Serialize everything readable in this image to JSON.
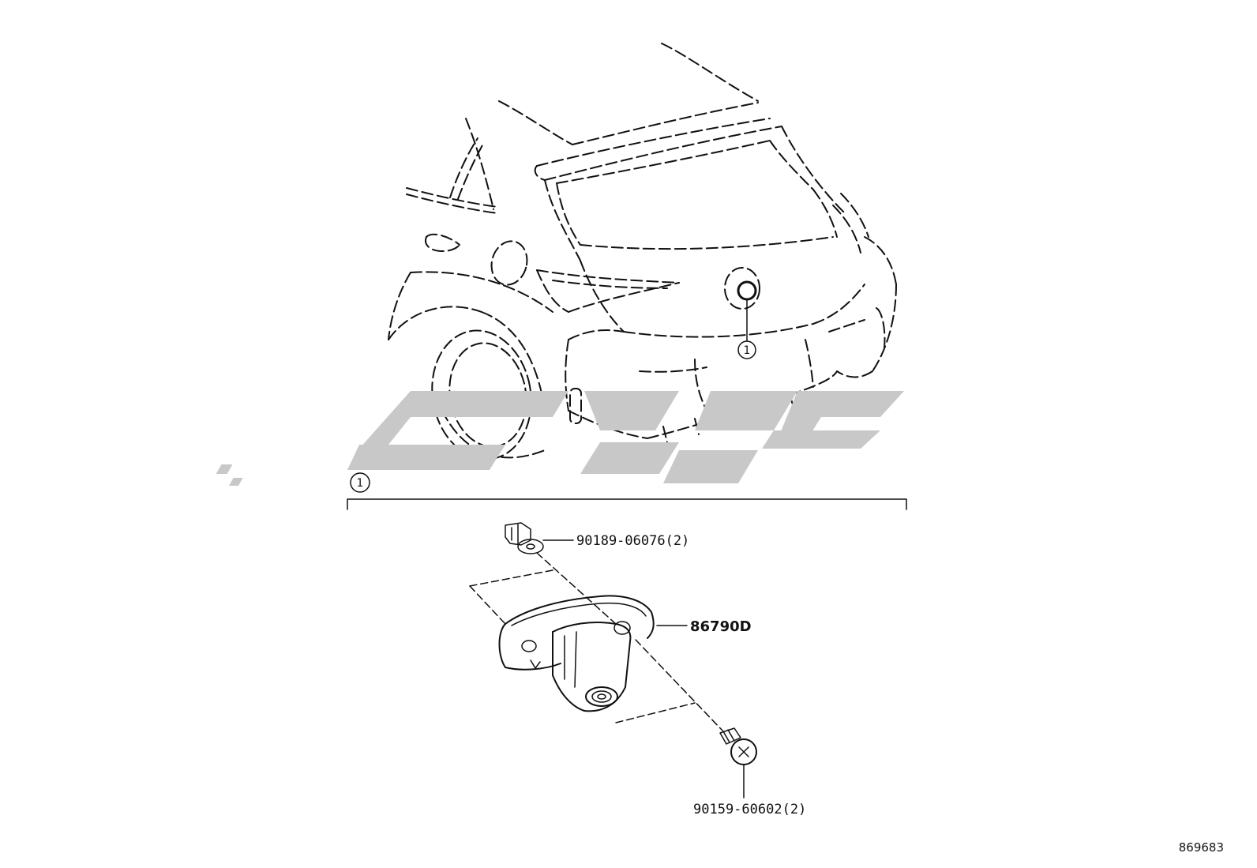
{
  "callout": {
    "number": "1"
  },
  "section": {
    "number": "1"
  },
  "parts": [
    {
      "id": "clip",
      "label": "90189-06076(2)"
    },
    {
      "id": "camera",
      "label": "86790D"
    },
    {
      "id": "screw",
      "label": "90159-60602(2)"
    }
  ],
  "reference_number": "869683",
  "colors": {
    "line": "#111111",
    "watermark": "#c8c8c8",
    "background": "#ffffff"
  },
  "watermark": {
    "type": "logo",
    "text": "تیپ"
  }
}
